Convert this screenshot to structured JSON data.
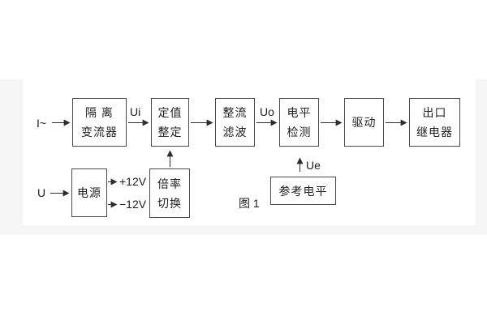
{
  "caption": "图 1",
  "ink_color": "#2d2d2d",
  "inputs": {
    "current_label": "I~",
    "voltage_label": "U"
  },
  "signals": {
    "ui": "Ui",
    "uo": "Uo",
    "ue": "Ue",
    "plus12": "+12V",
    "minus12": "−12V"
  },
  "blocks": {
    "isolation": {
      "line1": "隔 离",
      "line2": "变流器"
    },
    "setting": {
      "line1": "定值",
      "line2": "整定"
    },
    "rectify": {
      "line1": "整流",
      "line2": "滤波"
    },
    "level": {
      "line1": "电平",
      "line2": "检测"
    },
    "drive": {
      "line1": "驱动"
    },
    "relay": {
      "line1": "出口",
      "line2": "继电器"
    },
    "power": {
      "line1": "电源"
    },
    "ratio": {
      "line1": "倍率",
      "line2": "切换"
    },
    "reference": {
      "line1": "参考电平"
    }
  }
}
